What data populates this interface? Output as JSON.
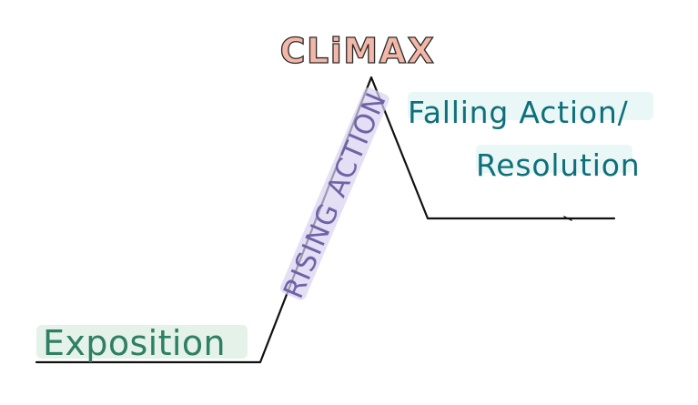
{
  "labels": {
    "climax": "CLiMAX",
    "rising_action": "RISING ACTION",
    "falling_action_line1": "Falling Action/",
    "falling_action_line2": "Resolution",
    "exposition": "Exposition"
  },
  "colors": {
    "line": "#111111",
    "climax_fill": "#f2b7a6",
    "climax_outline": "#2a2a2a",
    "rising_text": "#6d63a6",
    "rising_highlight": "#d9d2f0",
    "falling_text": "#0f6f7a",
    "falling_highlight": "#bfe7e8",
    "exposition_text": "#2f7f64",
    "exposition_highlight": "#cde8d7"
  }
}
